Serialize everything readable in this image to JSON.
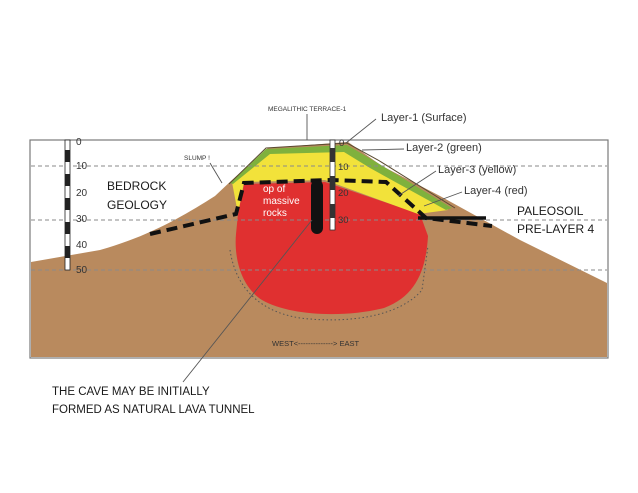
{
  "labels": {
    "terrace": "MEGALITHIC TERRACE-1",
    "slump": "SLUMP !",
    "bedrock_line1": "BEDROCK",
    "bedrock_line2": "GEOLOGY",
    "layer1": "Layer-1 (Surface)",
    "layer2": "Layer-2 (green)",
    "layer3": "Layer-3 (yellow)",
    "layer4": "Layer-4 (red)",
    "paleosoil_line1": "PALEOSOIL",
    "paleosoil_line2": "PRE-LAYER 4",
    "massive_line1": "op of",
    "massive_line2": "massive",
    "massive_line3": "rocks",
    "direction": "WEST<--------------> EAST",
    "cave_line1": "THE CAVE MAY BE INITIALLY",
    "cave_line2": "FORMED AS NATURAL LAVA TUNNEL"
  },
  "scale_ticks": [
    "0",
    "10",
    "20",
    "30",
    "40",
    "50"
  ],
  "core_ticks": [
    "0",
    "10",
    "20",
    "30"
  ],
  "colors": {
    "soil": "#b98a5e",
    "red": "#e03030",
    "yellow": "#f2e23a",
    "green": "#7fb13d",
    "frame": "#7a7a7a"
  }
}
